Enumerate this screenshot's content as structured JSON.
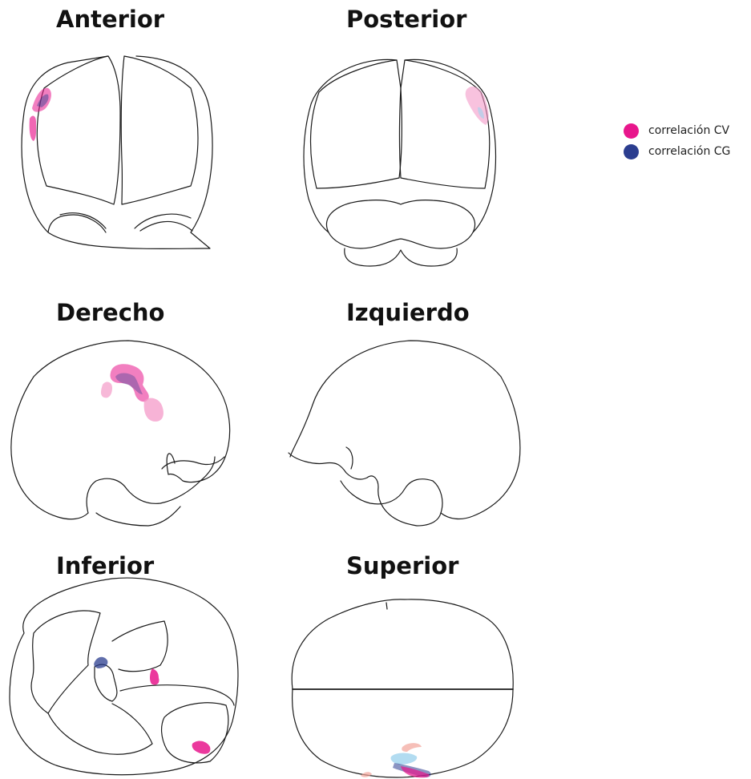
{
  "views": [
    {
      "key": "anterior",
      "label": "Anterior"
    },
    {
      "key": "posterior",
      "label": "Posterior"
    },
    {
      "key": "derecho",
      "label": "Derecho"
    },
    {
      "key": "izquierdo",
      "label": "Izquierdo"
    },
    {
      "key": "inferior",
      "label": "Inferior"
    },
    {
      "key": "superior",
      "label": "Superior"
    }
  ],
  "legend": [
    {
      "label": "correlación CV",
      "color": "#e8168c"
    },
    {
      "label": "correlación CG",
      "color": "#2b3d8f"
    }
  ],
  "colors": {
    "outline": "#1a1a1a",
    "cv": "#e8168c",
    "cg": "#2b3d8f",
    "cv_light": "#f49ac8",
    "cg_light": "#9fd3ee",
    "salmon": "#f2a49a"
  }
}
